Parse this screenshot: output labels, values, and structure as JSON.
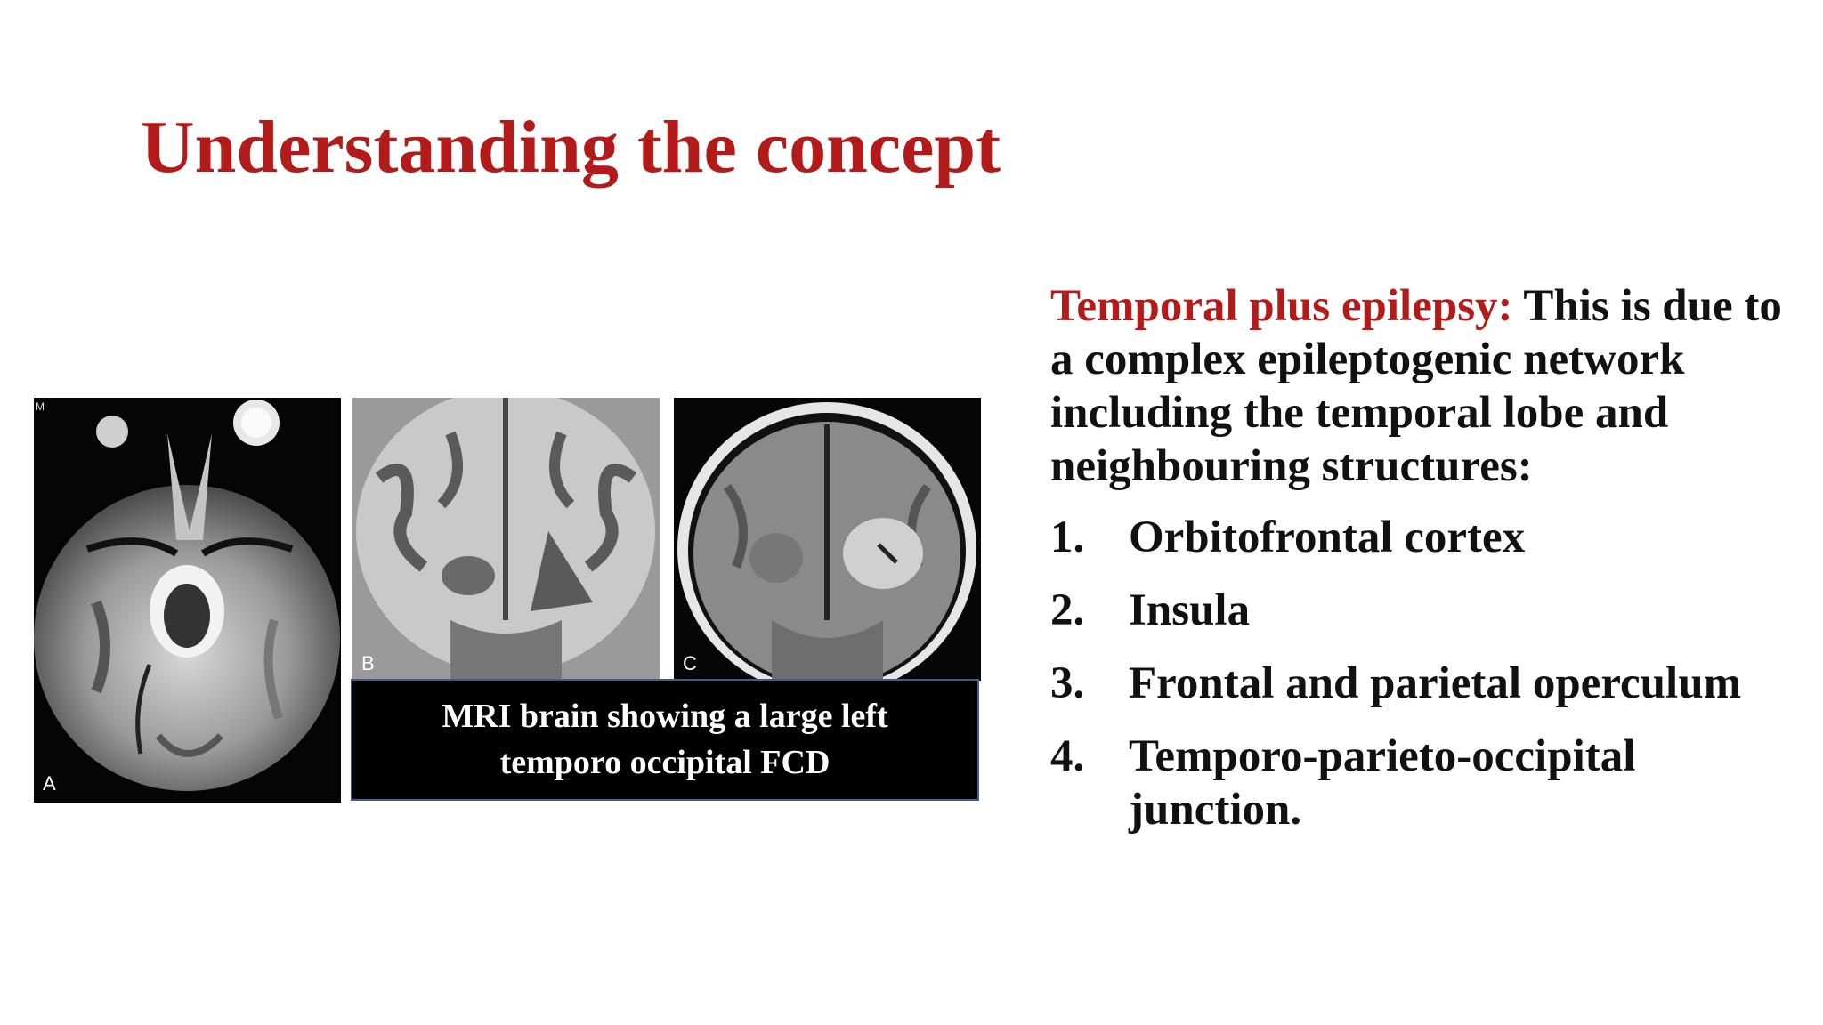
{
  "slide": {
    "title": "Understanding the concept"
  },
  "figure": {
    "panels": [
      {
        "letter": "A",
        "tick": "M"
      },
      {
        "letter": "B"
      },
      {
        "letter": "C"
      }
    ],
    "caption": "MRI brain showing a large left temporo occipital FCD",
    "caption_border_color": "#3e5f8a"
  },
  "body": {
    "term": "Temporal plus epilepsy:",
    "intro": " This is due to a complex epileptogenic network including the temporal lobe and neighbouring structures:",
    "items": [
      {
        "number": "1.",
        "text": "Orbitofrontal cortex"
      },
      {
        "number": "2.",
        "text": "Insula"
      },
      {
        "number": "3.",
        "text": "Frontal and parietal operculum"
      },
      {
        "number": "4.",
        "text": "Temporo-parieto-occipital junction."
      }
    ]
  },
  "colors": {
    "accent_red": "#b31b1b",
    "text_dark": "#111111",
    "background": "#ffffff"
  }
}
